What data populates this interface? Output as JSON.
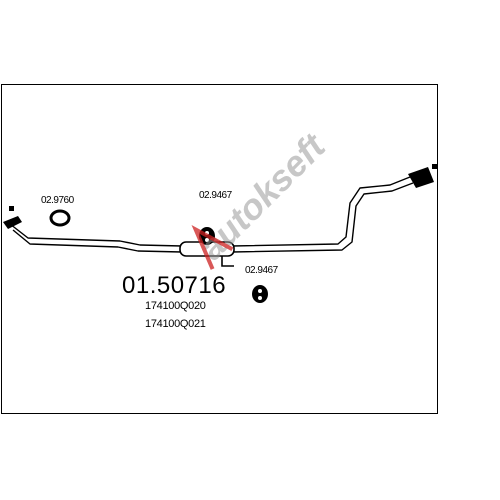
{
  "part_number": "01.50716",
  "oem_numbers": [
    "174100Q020",
    "174100Q021"
  ],
  "components": [
    {
      "code": "02.9760",
      "kind": "gasket"
    },
    {
      "code": "02.9467",
      "kind": "rubber-hanger"
    },
    {
      "code": "02.9467",
      "kind": "rubber-hanger"
    }
  ],
  "watermark": "autokseft",
  "colors": {
    "line": "#000000",
    "watermark_red": "#cc2020",
    "watermark_gray": "#9a9a9a"
  }
}
